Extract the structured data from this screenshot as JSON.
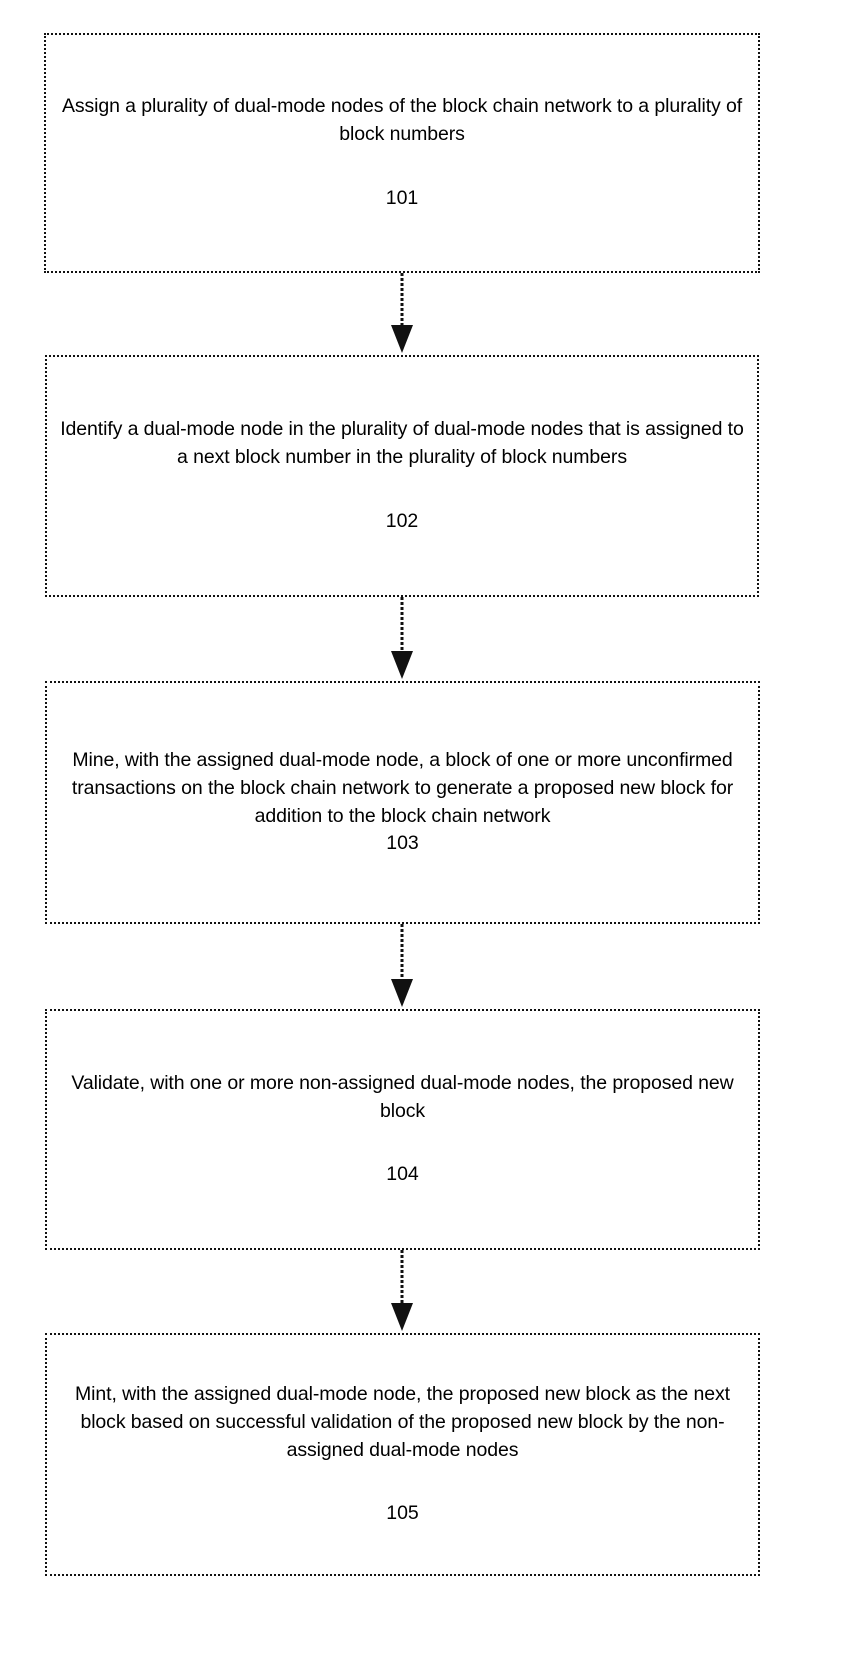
{
  "figure": {
    "type": "process-flowchart",
    "orientation": "vertical",
    "border_style": "dotted",
    "border_color": "#111111",
    "background_color": "#ffffff",
    "text_color": "#000000",
    "step_count": 5
  },
  "steps": [
    {
      "id": "101",
      "number": "101",
      "text": "Assign a plurality of dual-mode nodes of the block chain network to a plurality of block numbers",
      "lines": [
        "Assign a plurality of dual-mode nodes of the block chain",
        "network to a plurality of block numbers"
      ]
    },
    {
      "id": "102",
      "number": "102",
      "text": "Identify a dual-mode node in the plurality of dual-mode nodes that is assigned to a next block number in the plurality of block numbers",
      "lines": [
        "Identify a dual-mode node in the plurality of dual-mode nodes",
        "that is assigned to a next block number in the plurality of block",
        "numbers"
      ]
    },
    {
      "id": "103",
      "number": "103",
      "text": "Mine, with the assigned dual-mode node, a block of one or more unconfirmed transactions on the block chain network to generate a proposed new block for addition to the block chain network",
      "lines": [
        "Mine, with the assigned dual-mode node, a block of one or",
        "more unconfirmed transactions on the block chain network to",
        "generate a proposed new block for addition to the block chain",
        "network"
      ]
    },
    {
      "id": "104",
      "number": "104",
      "text": "Validate, with one or more non-assigned dual-mode nodes, the proposed new block",
      "lines": [
        "Validate, with one or more non-assigned dual-mode nodes, the",
        "proposed new block"
      ]
    },
    {
      "id": "105",
      "number": "105",
      "text": "Mint, with the assigned dual-mode node, the proposed new block as the next block based on successful validation of the proposed new block by the non-assigned dual-mode nodes",
      "lines": [
        "Mint, with the assigned dual-mode node, the proposed new",
        "block as the next block based on successful validation of the",
        "proposed new block by the non-assigned dual-mode nodes"
      ]
    }
  ],
  "connectors": [
    {
      "from": "101",
      "to": "102",
      "arrow": "down"
    },
    {
      "from": "102",
      "to": "103",
      "arrow": "down"
    },
    {
      "from": "103",
      "to": "104",
      "arrow": "down"
    },
    {
      "from": "104",
      "to": "105",
      "arrow": "down"
    }
  ]
}
